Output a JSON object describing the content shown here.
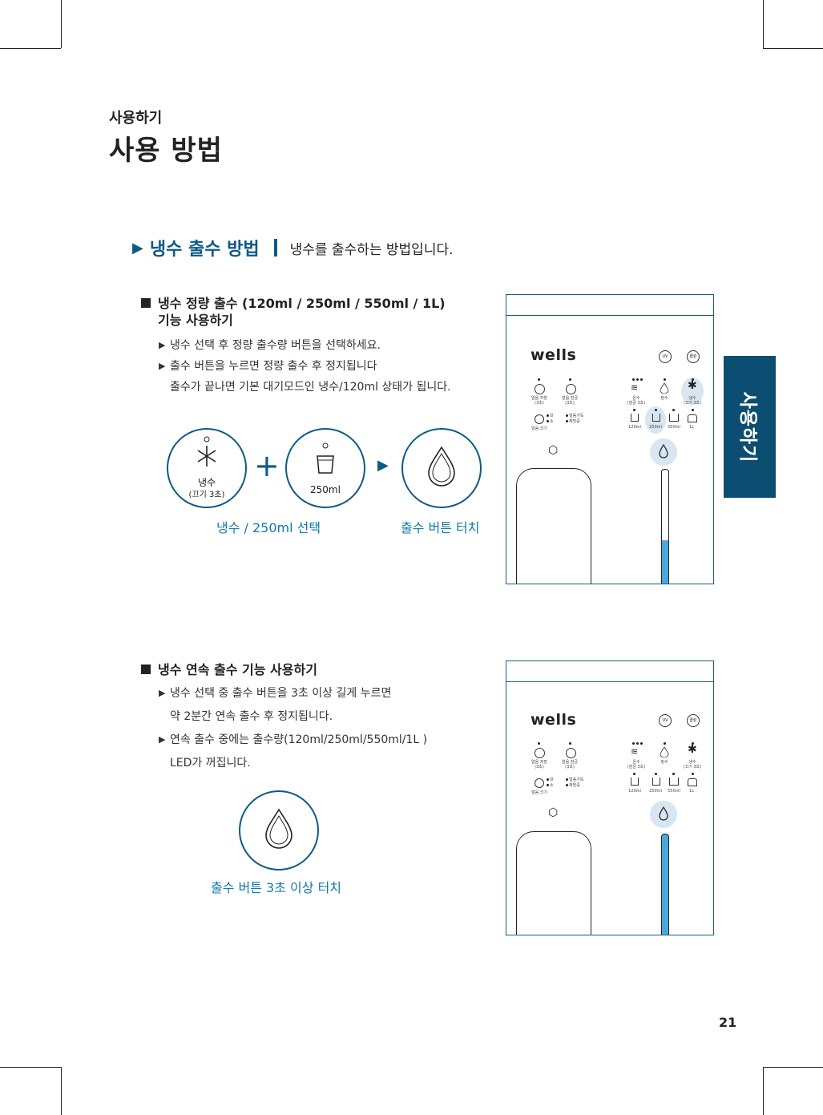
{
  "header": {
    "subtitle": "사용하기",
    "title": "사용 방법"
  },
  "section": {
    "title": "냉수 출수 방법",
    "description": "냉수를 출수하는 방법입니다."
  },
  "block1": {
    "heading_line1": "냉수 정량 출수 (120ml / 250ml / 550ml / 1L)",
    "heading_line2": "기능 사용하기",
    "bullets": [
      "냉수 선택 후 정량 출수량 버튼을 선택하세요.",
      "출수 버튼을 누르면 정량 출수 후 정지됩니다",
      "출수가 끝나면 기본 대기모드인 냉수/120ml 상태가 됩니다."
    ],
    "icon_cold_label": "냉수",
    "icon_cold_sub": "(끄기 3초)",
    "icon_cup_label": "250ml",
    "caption_select": "냉수 / 250ml 선택",
    "caption_touch": "출수 버튼 터치"
  },
  "block2": {
    "heading": "냉수 연속 출수 기능 사용하기",
    "bullets": [
      "냉수 선택 중 출수 버튼을 3초 이상 길게 누르면",
      "약 2분간 연속 출수 후 정지됩니다.",
      "연속 출수 중에는 출수량(120ml/250ml/550ml/1L )",
      "LED가 꺼집니다."
    ],
    "caption_touch": "출수 버튼 3초 이상 터치"
  },
  "panel": {
    "brand": "wells",
    "uv": "UV",
    "clean": "클린",
    "ice_make": "얼음 저장",
    "ice_make_sub": "(3초)",
    "ice_lock": "얼음 잠금",
    "ice_lock_sub": "(3초)",
    "ice_size": "얼음 크기",
    "size_big": "대",
    "size_small": "소",
    "ice_full": "얼음가득",
    "ice_water": "제빙중",
    "hot": "온수",
    "hot_sub": "(잠금 3초)",
    "pure": "정수",
    "cold": "냉수",
    "cold_sub": "(끄기 3초)",
    "ml120": "120ml",
    "ml250": "250ml",
    "ml550": "550ml",
    "l1": "1L",
    "water_level_fill": 0.45
  },
  "sidetab": "사용하기",
  "page_number": "21",
  "colors": {
    "accent": "#0d5a86",
    "caption": "#1179ab",
    "tab": "#0c4e71",
    "highlight": "#d7e6f1",
    "water": "#4aa8d8"
  }
}
